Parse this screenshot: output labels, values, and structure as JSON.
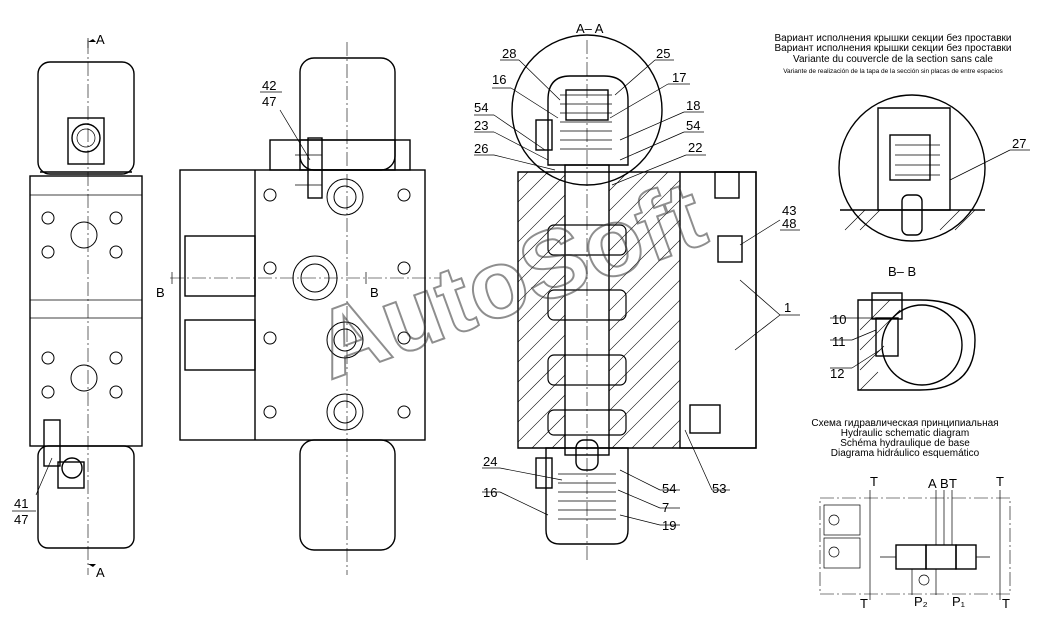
{
  "section_labels": {
    "a_a": "A– A",
    "b_b": "B– B",
    "a_top": "A",
    "a_bottom": "A",
    "b_left": "B",
    "b_right": "B"
  },
  "variant_note": [
    "Вариант исполнения крышки секции без проставки",
    "Вариант исполнения крышки секции без проставки",
    "Variante du couvercle de la section sans cale",
    "Variante de realización de la tapa de la sección sin placas de entre espacios"
  ],
  "schematic_note": [
    "Схема гидравлическая принципиальная",
    "Hydraulic schematic diagram",
    "Schéma hydraulique de base",
    "Diagrama hidráulico esquemático"
  ],
  "callouts": {
    "n42": "42",
    "n47a": "47",
    "n41": "41",
    "n47b": "47",
    "n28": "28",
    "n25": "25",
    "n16a": "16",
    "n17": "17",
    "n54a": "54",
    "n18": "18",
    "n23": "23",
    "n54b": "54",
    "n26": "26",
    "n22": "22",
    "n43": "43",
    "n48": "48",
    "n1": "1",
    "n24": "24",
    "n54c": "54",
    "n53": "53",
    "n16b": "16",
    "n7": "7",
    "n19": "19",
    "n27": "27",
    "n10": "10",
    "n11": "11",
    "n12": "12"
  },
  "schematic_ports": {
    "a": "A",
    "b": "B",
    "t_top_mid": "T",
    "t_top_left": "T",
    "t_top_right": "T",
    "t_bottom_left": "T",
    "t_bottom_right": "T",
    "p1": "P₁",
    "p2": "P₂"
  },
  "watermark": "AutoSoft"
}
